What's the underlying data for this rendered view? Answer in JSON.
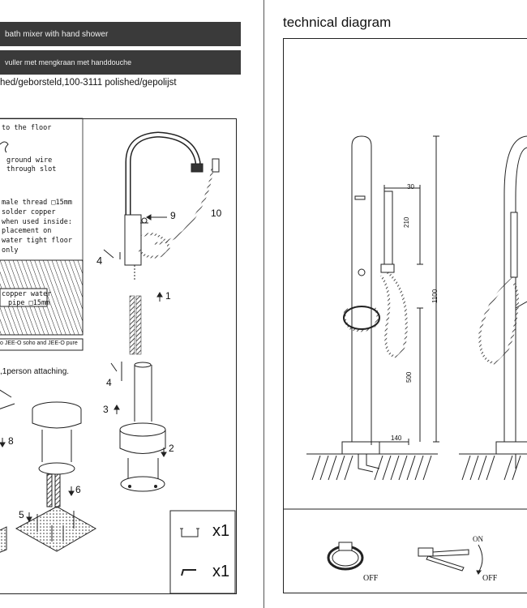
{
  "header": {
    "title_en": "bath mixer with hand shower",
    "title_nl": "vuller met mengkraan met  handdouche",
    "sku_line": "hed/geborsteld,100-3111 polished/gepolijst"
  },
  "technical": {
    "title": "technical diagram",
    "dims": {
      "width_shower": "30",
      "height_shower": "210",
      "total_height": "1100",
      "lower_height": "500",
      "base_width": "140"
    },
    "on_label": "ON",
    "off_label_1": "OFF",
    "off_label_2": "OFF"
  },
  "install": {
    "note_lines": [
      "to the floor",
      "ground wire",
      "through slot",
      "male thread □15mm",
      "solder copper",
      "when used inside:",
      "placement on",
      "water tight floor",
      "only"
    ],
    "pipe_lines": [
      "copper water",
      "pipe □15mm"
    ],
    "model_note": "o JEE-O soho and JEE-O pure",
    "person_note": ",1person attaching.",
    "callouts": {
      "n1": "1",
      "n2": "2",
      "n3": "3",
      "n4a": "4",
      "n4b": "4",
      "n5": "5",
      "n6": "6",
      "n8": "8",
      "n9": "9",
      "n10": "10"
    },
    "tools": {
      "key_count": "x1",
      "wrench_count": "x1"
    }
  }
}
